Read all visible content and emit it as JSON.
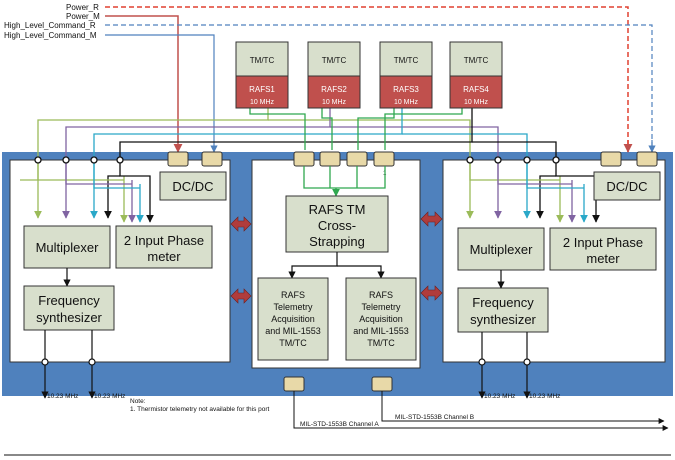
{
  "signals": {
    "power_r": "Power_R",
    "power_m": "Power_M",
    "hlc_r": "High_Level_Command_R",
    "hlc_m": "High_Level_Command_M"
  },
  "rafs_units": [
    {
      "top": "TM/TC",
      "name": "RAFS1",
      "freq": "10 MHz"
    },
    {
      "top": "TM/TC",
      "name": "RAFS2",
      "freq": "10 MHz"
    },
    {
      "top": "TM/TC",
      "name": "RAFS3",
      "freq": "10 MHz"
    },
    {
      "top": "TM/TC",
      "name": "RAFS4",
      "freq": "10 MHz"
    }
  ],
  "left_unit": {
    "dcdc": "DC/DC",
    "multiplexer": "Multiplexer",
    "phase_meter": [
      "2 Input Phase",
      "meter"
    ],
    "synth": [
      "Frequency",
      "synthesizer"
    ],
    "out1": "10.23 MHz",
    "out2": "10.23 MHz"
  },
  "right_unit": {
    "dcdc": "DC/DC",
    "multiplexer": "Multiplexer",
    "phase_meter": [
      "2 Input Phase",
      "meter"
    ],
    "synth": [
      "Frequency",
      "synthesizer"
    ],
    "out1": "10.23 MHz",
    "out2": "10.23 MHz"
  },
  "center_unit": {
    "cross": [
      "RAFS TM",
      "Cross-",
      "Strapping"
    ],
    "acq_a": [
      "RAFS",
      "Telemetry",
      "Acquisition",
      "and MIL-1553",
      "TM/TC"
    ],
    "acq_b": [
      "RAFS",
      "Telemetry",
      "Acquisition",
      "and MIL-1553",
      "TM/TC"
    ],
    "connector_marker": "1"
  },
  "bus": {
    "channel_a": "MIL-STD-1553B Channel A",
    "channel_b": "MIL-STD-1553B Channel B"
  },
  "note": {
    "title": "Note:",
    "line1": "1. Thermistor telemetry not available for this port"
  },
  "colors": {
    "chassis": "#4f81bd",
    "module": "#d8dfcc",
    "rafs_red": "#c0504d",
    "power_r": "#e04030",
    "power_m": "#c0504d",
    "hlc_r": "#4f81bd",
    "hlc_m": "#4f81bd",
    "cross_green": "#2fa84f",
    "olive": "#9bbb59",
    "purple": "#8064a2",
    "cyan": "#2aa8c8",
    "arrow_red": "#b03c3c"
  }
}
